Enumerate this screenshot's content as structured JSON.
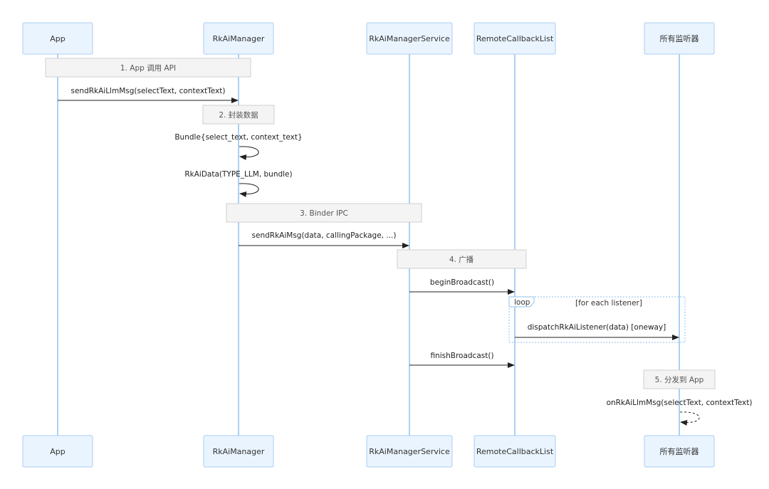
{
  "participants": [
    "App",
    "RkAiManager",
    "RkAiManagerService",
    "RemoteCallbackList",
    "所有监听器"
  ],
  "notes": {
    "n1": "1. App 调用 API",
    "n2": "2. 封装数据",
    "n3": "3. Binder IPC",
    "n4": "4. 广播",
    "n5": "5. 分发到 App"
  },
  "messages": {
    "m1": "sendRkAiLlmMsg(selectText, contextText)",
    "m2": "Bundle{select_text, context_text}",
    "m3": "RkAiData(TYPE_LLM, bundle)",
    "m4": "sendRkAiMsg(data, callingPackage, ...)",
    "m5": "beginBroadcast()",
    "m6": "dispatchRkAiListener(data) [oneway]",
    "m7": "finishBroadcast()",
    "m8": "onRkAiLlmMsg(selectText, contextText)"
  },
  "loop": {
    "keyword": "loop",
    "condition": "[for each listener]"
  },
  "colors": {
    "actor_fill": "#eaf4ff",
    "actor_stroke": "#a9cdf2",
    "lifeline": "#89bdf0",
    "note_fill": "#f4f4f4",
    "arrow": "#222222"
  }
}
